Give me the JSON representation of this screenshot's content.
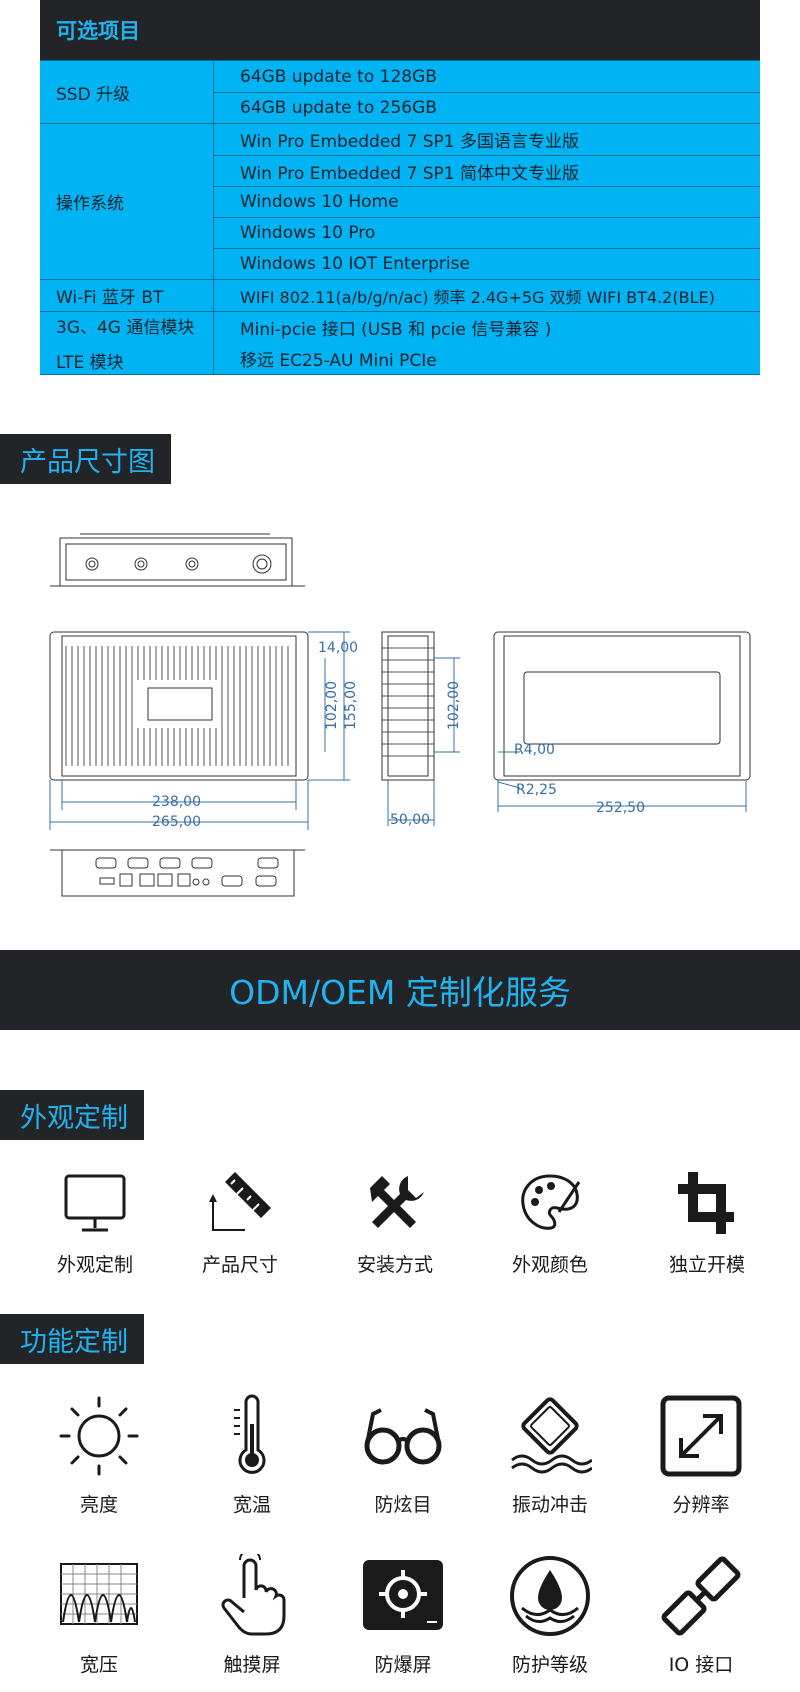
{
  "options": {
    "header": "可选项目",
    "groups": [
      {
        "category": [
          "SSD 升级"
        ],
        "items": [
          "64GB update to 128GB",
          "64GB update to 256GB"
        ]
      },
      {
        "category": [
          "操作系统"
        ],
        "items": [
          "Win Pro Embedded 7 SP1  多国语言专业版",
          "Win Pro Embedded 7 SP1  简体中文专业版",
          "Windows 10  Home",
          "Windows 10  Pro",
          "Windows 10   IOT  Enterprise"
        ]
      },
      {
        "category": [
          "Wi-Fi 蓝牙 BT"
        ],
        "items": [
          "WIFI 802.11(a/b/g/n/ac)  频率 2.4G+5G 双频 WIFI BT4.2(BLE)"
        ]
      },
      {
        "category": [
          "3G、4G 通信模块",
          "LTE 模块"
        ],
        "items": [
          "Mini-pcie 接口 (USB 和 pcie 信号兼容 )",
          "移远 EC25-AU Mini PCIe"
        ]
      }
    ]
  },
  "dimensions": {
    "section_title": "产品尺寸图",
    "labels": {
      "d14": "14,00",
      "d102a": "102,00",
      "d155": "155,00",
      "d102b": "102,00",
      "d238": "238,00",
      "d265": "265,00",
      "d50": "50,00",
      "r4": "R4,00",
      "r225": "R2,25",
      "d2525": "252,50"
    }
  },
  "banner": "ODM/OEM 定制化服务",
  "appearance": {
    "section_title": "外观定制",
    "items": [
      {
        "label": "外观定制",
        "icon": "monitor-icon"
      },
      {
        "label": "产品尺寸",
        "icon": "ruler-icon"
      },
      {
        "label": "安装方式",
        "icon": "tools-icon"
      },
      {
        "label": "外观颜色",
        "icon": "palette-icon"
      },
      {
        "label": "独立开模",
        "icon": "crop-icon"
      }
    ]
  },
  "function": {
    "section_title": "功能定制",
    "items": [
      {
        "label": "亮度",
        "icon": "sun-icon"
      },
      {
        "label": "宽温",
        "icon": "thermometer-icon"
      },
      {
        "label": "防炫目",
        "icon": "glasses-icon"
      },
      {
        "label": "振动冲击",
        "icon": "vibration-icon"
      },
      {
        "label": "分辨率",
        "icon": "resize-icon"
      },
      {
        "label": "宽压",
        "icon": "waveform-icon"
      },
      {
        "label": "触摸屏",
        "icon": "touch-icon"
      },
      {
        "label": "防爆屏",
        "icon": "target-icon"
      },
      {
        "label": "防护等级",
        "icon": "water-drop-icon"
      },
      {
        "label": "IO 接口",
        "icon": "connector-icon"
      }
    ]
  },
  "colors": {
    "accent": "#1fb3f0",
    "dark": "#222427",
    "table_bg": "#00b4f4"
  }
}
